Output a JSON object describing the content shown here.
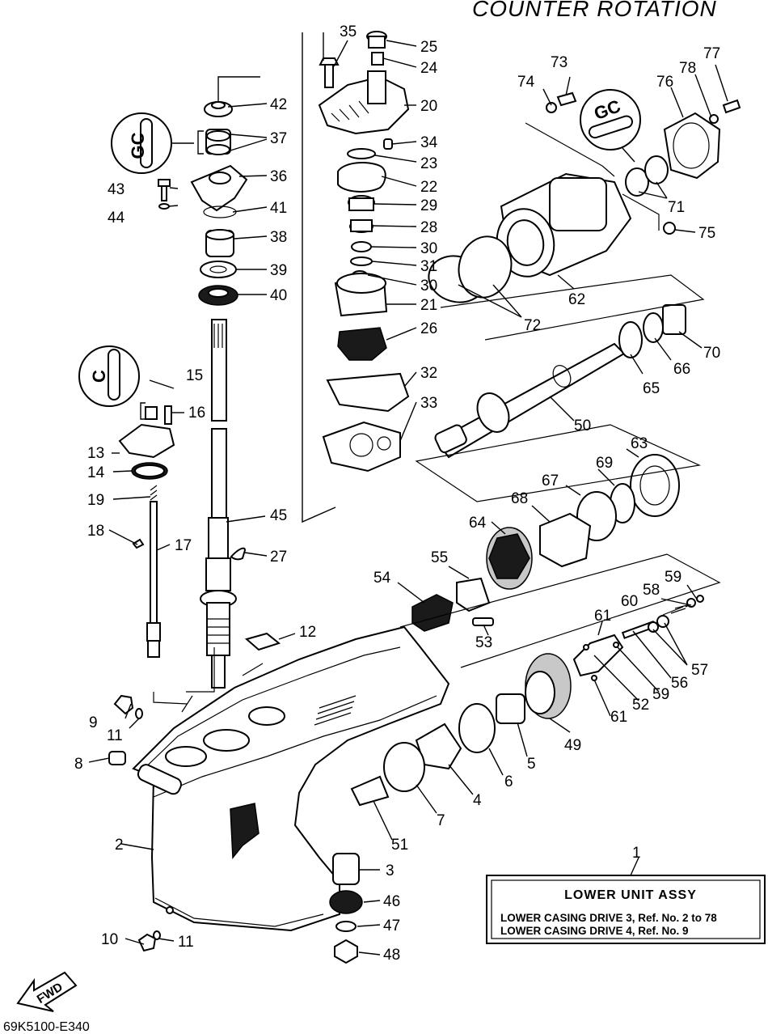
{
  "header": {
    "title": "COUNTER ROTATION"
  },
  "footer": {
    "code": "69K5100-E340"
  },
  "fwd_arrow": {
    "label": "FWD"
  },
  "badges": {
    "gc_a": "GC",
    "gc_b": "GC",
    "c_badge": "C"
  },
  "info_box": {
    "ref_no": "1",
    "title": "LOWER UNIT ASSY",
    "line1": "LOWER CASING DRIVE 3,  Ref. No. 2 to 78",
    "line2": "LOWER CASING DRIVE 4,  Ref. No. 9"
  },
  "callouts": {
    "n2": "2",
    "n3": "3",
    "n4": "4",
    "n5": "5",
    "n6": "6",
    "n7": "7",
    "n8": "8",
    "n9": "9",
    "n10": "10",
    "n11a": "11",
    "n11b": "11",
    "n12": "12",
    "n13": "13",
    "n14": "14",
    "n15": "15",
    "n16": "16",
    "n17": "17",
    "n18": "18",
    "n19": "19",
    "n20": "20",
    "n21": "21",
    "n22": "22",
    "n23": "23",
    "n24": "24",
    "n25": "25",
    "n26": "26",
    "n27": "27",
    "n28": "28",
    "n29": "29",
    "n30a": "30",
    "n30b": "30",
    "n31": "31",
    "n32": "32",
    "n33": "33",
    "n34": "34",
    "n35": "35",
    "n36": "36",
    "n37": "37",
    "n38": "38",
    "n39": "39",
    "n40": "40",
    "n41": "41",
    "n42": "42",
    "n43": "43",
    "n44": "44",
    "n45": "45",
    "n46": "46",
    "n47": "47",
    "n48": "48",
    "n49": "49",
    "n50": "50",
    "n51": "51",
    "n52": "52",
    "n53": "53",
    "n54": "54",
    "n55": "55",
    "n56": "56",
    "n57": "57",
    "n58": "58",
    "n59a": "59",
    "n59b": "59",
    "n60": "60",
    "n61a": "61",
    "n61b": "61",
    "n62": "62",
    "n63": "63",
    "n64": "64",
    "n65": "65",
    "n66": "66",
    "n67": "67",
    "n68": "68",
    "n69": "69",
    "n70": "70",
    "n71": "71",
    "n72": "72",
    "n73": "73",
    "n74": "74",
    "n75": "75",
    "n76": "76",
    "n77": "77",
    "n78": "78"
  }
}
